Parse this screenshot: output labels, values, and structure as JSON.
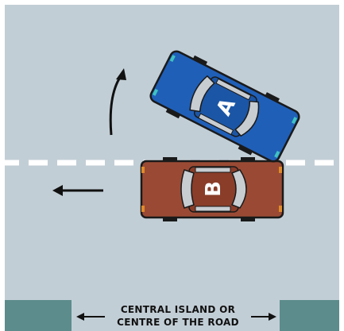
{
  "colors": {
    "road": "#c2ced6",
    "centre_line": "#ffffff",
    "island": "#5c8c8c",
    "car_a_body": "#1f5fb8",
    "car_b_body": "#9a4a34",
    "arrow": "#111111"
  },
  "cars": {
    "a": {
      "letter": "A"
    },
    "b": {
      "letter": "B"
    }
  },
  "arrows": {
    "car_a_motion": "curved-arrow-up-left",
    "car_b_motion": "arrow-left"
  },
  "island_label": {
    "line1": "CENTRAL ISLAND OR",
    "line2": "CENTRE OF THE ROAD"
  }
}
